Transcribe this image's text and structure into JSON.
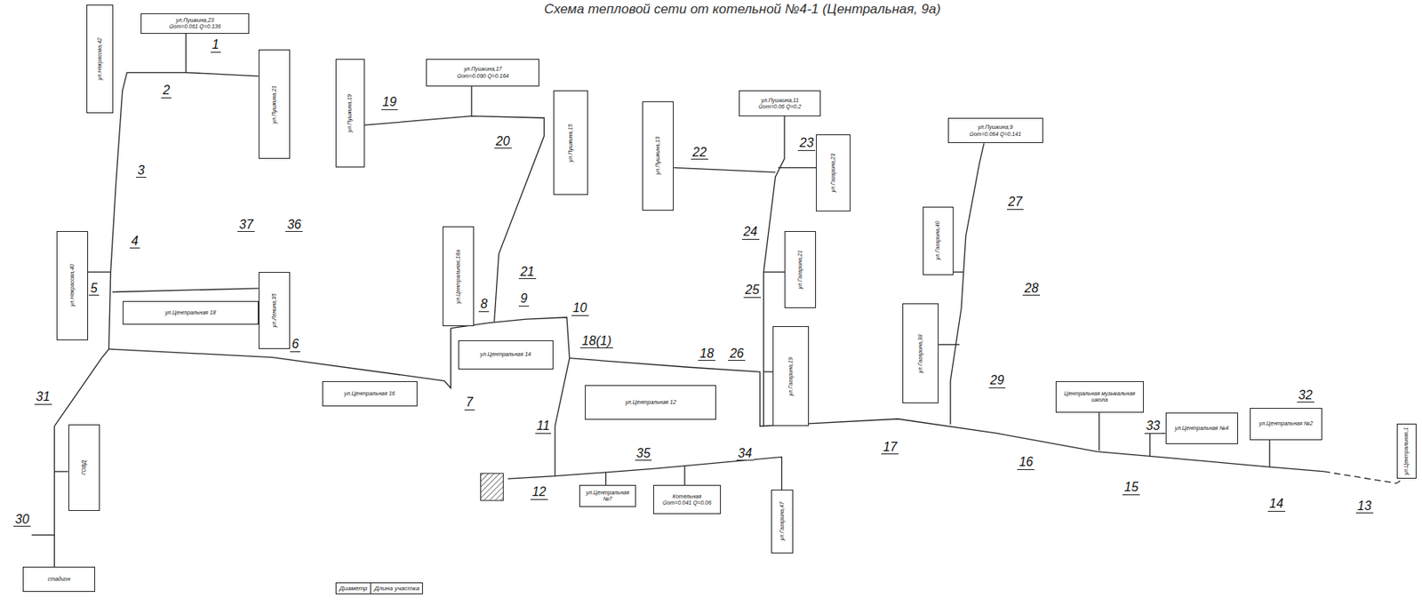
{
  "diagram": {
    "title": "Схема тепловой сети от котельной №4-1 (Центральная, 9а)",
    "nodes": [
      {
        "text": [
          "ул.Некрасова,42"
        ]
      },
      {
        "text": [
          "ул.Пушкина,23",
          "Gот=0.061 Q=0.136"
        ]
      },
      {
        "text": [
          "ул.Пушкина,21"
        ]
      },
      {
        "text": [
          "ул.Пушкина,19"
        ]
      },
      {
        "text": [
          "ул.Пушкина,17",
          "Gот=0.090 Q=0.164"
        ]
      },
      {
        "text": [
          "ул.Пушкина,15"
        ]
      },
      {
        "text": [
          "ул.Пушкина,13"
        ]
      },
      {
        "text": [
          "ул.Пушкина,11",
          "Gот=0.06 Q=0.2"
        ]
      },
      {
        "text": [
          "ул.Гагарина,23"
        ]
      },
      {
        "text": [
          "ул.Пушкина,9",
          "Gот=0.064 Q=0.141"
        ]
      },
      {
        "text": [
          "ул.Гагарина,40"
        ]
      },
      {
        "text": [
          "ул.Гагарина,21"
        ]
      },
      {
        "text": [
          "ул.Некрасова,40"
        ]
      },
      {
        "text": [
          "ул.Ленина,35"
        ]
      },
      {
        "text": [
          "ул.Центральная 18"
        ]
      },
      {
        "text": [
          "ул.Центральная,16а"
        ]
      },
      {
        "text": [
          "ул.Центральная 16"
        ]
      },
      {
        "text": [
          "ул.Центральная 14"
        ]
      },
      {
        "text": [
          "ул.Гагарина,38"
        ]
      },
      {
        "text": [
          "ул.Гагарина,19"
        ]
      },
      {
        "text": [
          "ул.Центральная 12"
        ]
      },
      {
        "text": [
          "Центральная музыкальная школа"
        ]
      },
      {
        "text": [
          "ул.Центральная №4"
        ]
      },
      {
        "text": [
          "ул.Центральная №2"
        ]
      },
      {
        "text": [
          "ул.Центральная,1"
        ]
      },
      {
        "text": [
          "ул.Центральная №7"
        ]
      },
      {
        "text": [
          "Котельная",
          "Gот=0.041 Q=0.06"
        ]
      },
      {
        "text": [
          "ул.Гагарина,47"
        ]
      },
      {
        "text": [
          "ГОВД"
        ]
      },
      {
        "text": [
          "стадион"
        ]
      }
    ],
    "labels": [
      "1",
      "2",
      "3",
      "4",
      "5",
      "6",
      "7",
      "8",
      "9",
      "10",
      "11",
      "12",
      "13",
      "14",
      "15",
      "16",
      "17",
      "18(1)",
      "18",
      "19",
      "20",
      "21",
      "22",
      "23",
      "24",
      "25",
      "26",
      "27",
      "28",
      "29",
      "30",
      "31",
      "32",
      "33",
      "34",
      "35",
      "36",
      "37",
      "Диаметр",
      "Длина участка"
    ]
  }
}
